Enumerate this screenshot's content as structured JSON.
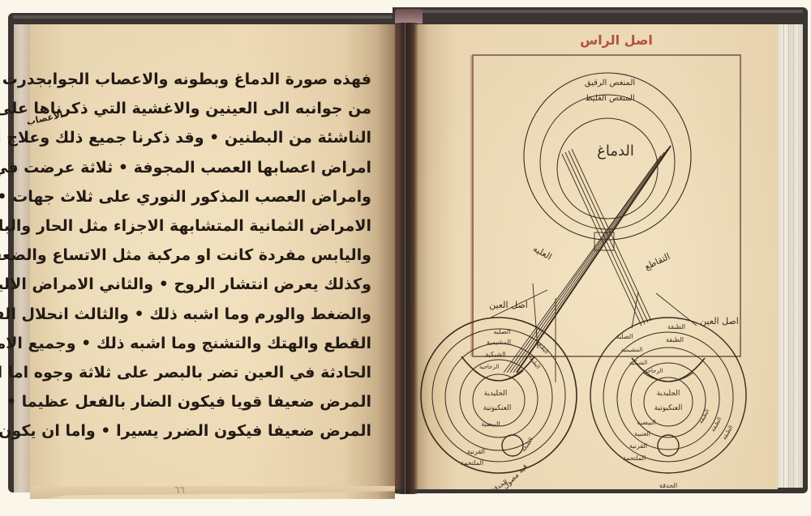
{
  "left_page": {
    "lines": [
      "فهذه صورة الدماغ وبطونه والاعصاب الجوابجدرت",
      "من جوانبه الى العينين والاغشية التي ذكرناها على الاعصاب",
      "الناشئة من البطنين • وقد ذكرنا جميع ذلك وعلاج امراضها غير",
      "امراض اعصابها العصب المجوفة • ثلاثة عرضت في العول باحلي",
      "وامراض العصب المذكور النوري على ثلاث جهات • احدها",
      "الامراض الثمانية المتشابهة الاجزاء مثل الحار والبارد والرطب",
      "واليابس مفردة كانت او مركبة مثل الاتساع والضعف وغيره",
      "وكذلك يعرض انتشار الروح • والثاني الامراض الالية مثل السدة",
      "والضغط والورم وما اشبه ذلك • والثالث انحلال الفرد مثل",
      "القطع والهتك والتشنج وما اشبه ذلك • وجميع الامراض",
      "الحادثة في العين تضر بالبصر على ثلاثة وجوه اما ان يكون",
      "المرض ضعيفا قويا فيكون الضار بالفعل عظيما • واما ان يكون",
      "المرض ضعيفا فيكون الضرر يسيرا • واما ان يكون متوسطا"
    ],
    "margin_note": "الاعصاب",
    "folio_mark": "٦٦"
  },
  "right_page": {
    "title": "اصل الراس",
    "brain": {
      "center_label": "الدماغ",
      "outer_membrane_label": "المنغص الرقيق",
      "inner_membrane_label": "المنغص الغليظ"
    },
    "nerve_labels": {
      "left": "العليه",
      "right": "التقاطع"
    },
    "eye_root_labels": {
      "left": "اصل العين",
      "right": "اصل العين"
    },
    "left_eye": {
      "layer_labels": [
        "الصلبه",
        "المشيمية",
        "الشبكية",
        "الزجاجية",
        "الجليدية",
        "البيضية",
        "العنكبوتية",
        "القرنية",
        "الملتحمة",
        "الطبقة",
        "الطبقة",
        "الطبقة"
      ],
      "pupil_label": "الحدقة",
      "bottom_note": "فيه مصول"
    },
    "right_eye": {
      "layer_labels": [
        "الطبقة",
        "الطبقة",
        "الصلبة",
        "المشيمية",
        "الشبكية",
        "الزجاجية",
        "الجليدية",
        "العنكبوتية",
        "البيضية",
        "العنبية",
        "القرنية",
        "الملتحمة",
        "الطبقة",
        "الطبقة",
        "الطبقة"
      ],
      "pupil_label": "الحدقة"
    },
    "colors": {
      "ink": "#3a2a1e",
      "rubric_red": "#b4503a",
      "parchment": "#ecd9b6"
    }
  }
}
